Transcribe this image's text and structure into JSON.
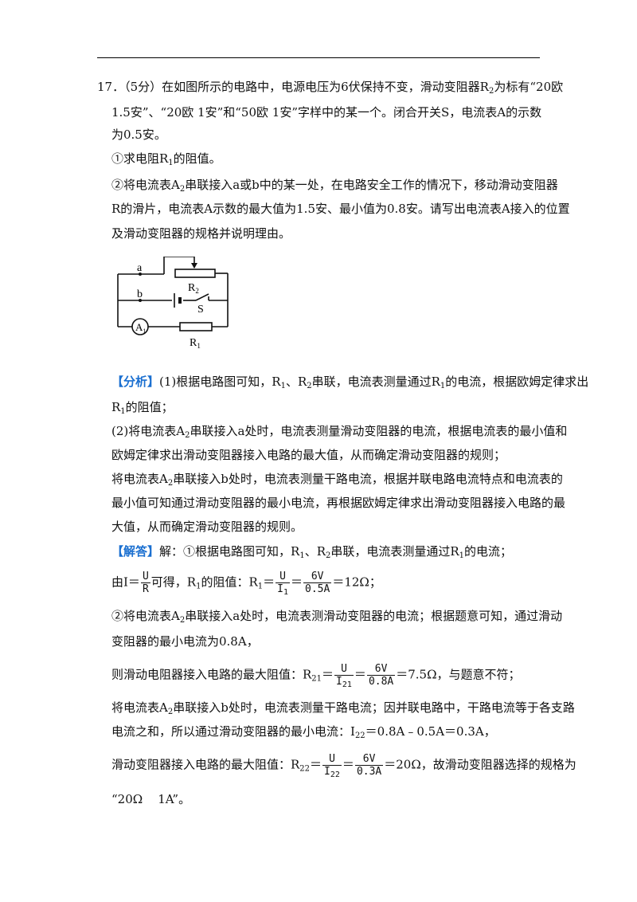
{
  "question": {
    "number": "17．",
    "line1": "（5分）在如图所示的电路中，电源电压为6伏保持不变，滑动变阻器R",
    "line1_sub": "2",
    "line1_tail": "为标有“20欧",
    "line2": "1.5安”、“20欧  1安”和“50欧  1安”字样中的某一个。闭合开关S，电流表A的示数",
    "line3": "为0.5安。",
    "q1_pre": "①求电阻R",
    "q1_sub": "1",
    "q1_post": "的阻值。",
    "q2_pre": "②将电流表A",
    "q2_sub": "2",
    "q2_post": "串联接入a或b中的某一处，在电路安全工作的情况下，移动滑动变阻器",
    "q2_line2": "R的滑片，电流表A示数的最大值为1.5安、最小值为0.8安。请写出电流表A接入的位置",
    "q2_line3": "及滑动变阻器的规格并说明理由。"
  },
  "circuit": {
    "label_a": "a",
    "label_b": "b",
    "label_R2": "R",
    "label_R2_sub": "2",
    "label_S": "S",
    "label_A1": "A",
    "label_A1_sub": "1",
    "label_R1": "R",
    "label_R1_sub": "1"
  },
  "analysis": {
    "tag": "【分析】",
    "l1_a": "(1)根据电路图可知，R",
    "l1_b": "、R",
    "l1_c": "串联，电流表测量通过R",
    "l1_d": "的电流，根据欧姆定律求出",
    "l2_a": "R",
    "l2_b": "的阻值；",
    "l3_a": "(2)将电流表A",
    "l3_b": "串联接入a处时，电流表测量滑动变阻器的电流，根据电流表的最小值和",
    "l4": "欧姆定律求出滑动变阻器接入电路的最大值，从而确定滑动变阻器的规则；",
    "l5_a": "将电流表A",
    "l5_b": "串联接入b处时，电流表测量干路电流，根据并联电路电流特点和电流表的",
    "l6": "最小值可知通过滑动变阻器的最小电流，再根据欧姆定律求出滑动变阻器接入电路的最",
    "l7": "大值，从而确定滑动变阻器的规则。",
    "sub1": "1",
    "sub2": "2"
  },
  "answer": {
    "tag": "【解答】",
    "l1_a": "解：①根据电路图可知，R",
    "l1_b": "、R",
    "l1_c": "串联，电流表测量通过R",
    "l1_d": "的电流；",
    "l2_a": "由I＝",
    "frac1_num": "U",
    "frac1_den": "R",
    "l2_b": "可得，R",
    "l2_c": "的阻值：R",
    "l2_d": "＝",
    "frac2_num": "U",
    "frac2_den": "I",
    "frac2_den_sub": "1",
    "l2_e": "＝",
    "frac3_num": "6V",
    "frac3_den": "0.5A",
    "l2_f": "＝12Ω；",
    "l3_a": "②将电流表A",
    "l3_b": "串联接入a处时，电流表测滑动变阻器的电流；根据题意可知，通过滑动",
    "l4": "变阻器的最小电流为0.8A，",
    "l5_a": "则滑动电阻器接入电路的最大阻值：R",
    "l5_sub": "21",
    "l5_b": "＝",
    "frac4_num": "U",
    "frac4_den": "I",
    "frac4_den_sub": "21",
    "l5_c": "＝",
    "frac5_num": "6V",
    "frac5_den": "0.8A",
    "l5_d": "＝7.5Ω，与题意不符；",
    "l6_a": "将电流表A",
    "l6_b": "串联接入b处时，电流表测量干路电流；因并联电路中，干路电流等于各支路",
    "l7_a": "电流之和，所以通过滑动变阻器的最小电流：I",
    "l7_sub": "22",
    "l7_b": "＝0.8A﹣0.5A＝0.3A，",
    "l8_a": "滑动变阻器接入电路的最大阻值：R",
    "l8_sub": "22",
    "l8_b": "＝",
    "frac6_num": "U",
    "frac6_den": "I",
    "frac6_den_sub": "22",
    "l8_c": "＝",
    "frac7_num": "6V",
    "frac7_den": "0.3A",
    "l8_d": "＝20Ω，故滑动变阻器选择的规格为",
    "l9": "“20Ω    1A”。",
    "sub1": "1",
    "sub2": "2"
  }
}
